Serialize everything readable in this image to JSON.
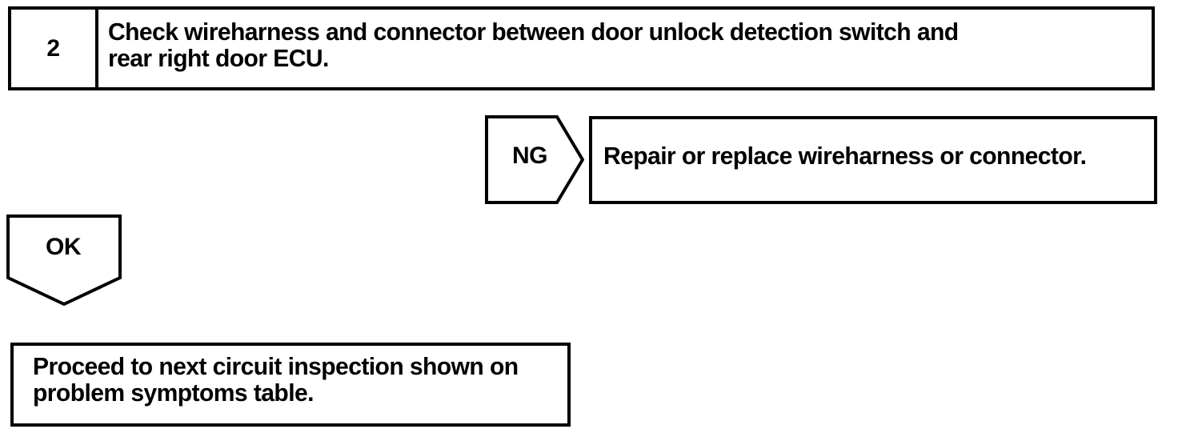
{
  "diagram": {
    "type": "troubleshooting-flowchart",
    "colors": {
      "ink": "#000000",
      "paper": "#ffffff"
    },
    "step": {
      "number": "2",
      "instruction": "Check wireharness and connector between door unlock detection switch and\nrear right door ECU."
    },
    "branches": {
      "ng": {
        "label": "NG",
        "shape": "pentagon-right",
        "result": "Repair or replace wireharness or connector."
      },
      "ok": {
        "label": "OK",
        "shape": "pentagon-down",
        "result": "Proceed to next circuit inspection shown on\nproblem symptoms table."
      }
    }
  }
}
